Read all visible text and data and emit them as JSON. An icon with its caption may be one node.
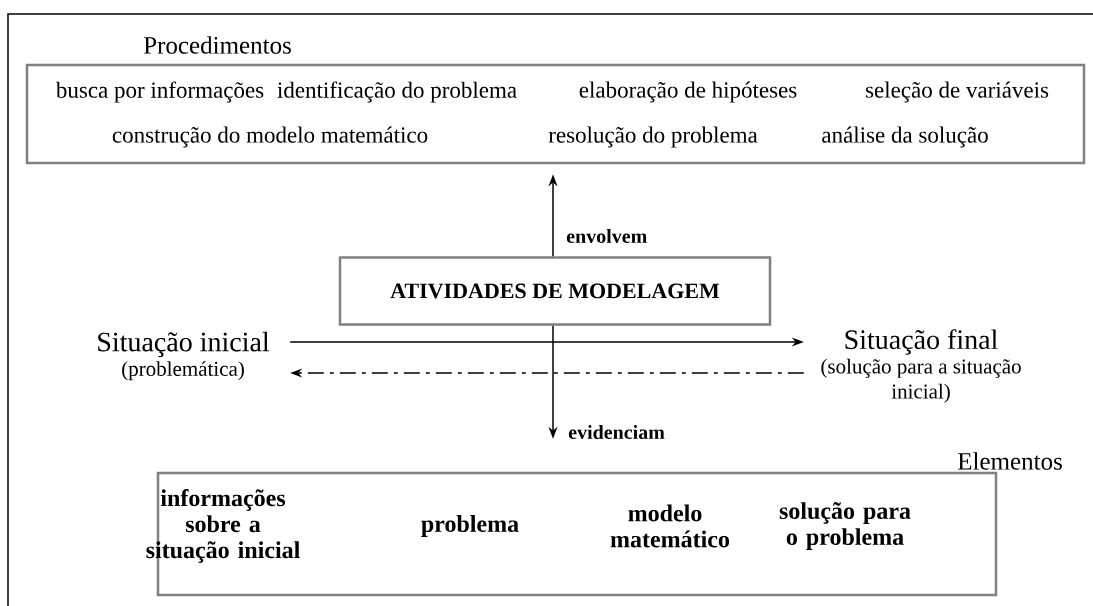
{
  "diagram": {
    "nodes": [
      {
        "text": [
          "Procedimentos",
          "busca por informações",
          "identificação do problema",
          "elaboração de hipóteses",
          "seleção de variáveis",
          "construção do modelo matemático",
          "resolução do problema",
          "análise da solução"
        ]
      },
      {
        "text": [
          "ATIVIDADES DE MODELAGEM"
        ]
      },
      {
        "text": [
          "Situação inicial",
          "(problemática)"
        ]
      },
      {
        "text": [
          "Situação final",
          "(solução para a situação inicial)"
        ]
      },
      {
        "text": [
          "Elementos",
          "informações sobre a situação inicial",
          "problema",
          "modelo matemático",
          "solução para o problema"
        ]
      }
    ],
    "edges": [
      {
        "from": 1,
        "to": 0,
        "arrow": "to",
        "label": "envolvem"
      },
      {
        "from": 1,
        "to": 4,
        "arrow": "to",
        "label": "evidenciam"
      },
      {
        "from": 2,
        "to": 3,
        "arrow": "to"
      },
      {
        "from": 3,
        "to": 2,
        "arrow": "to",
        "style": "dashed"
      }
    ]
  }
}
